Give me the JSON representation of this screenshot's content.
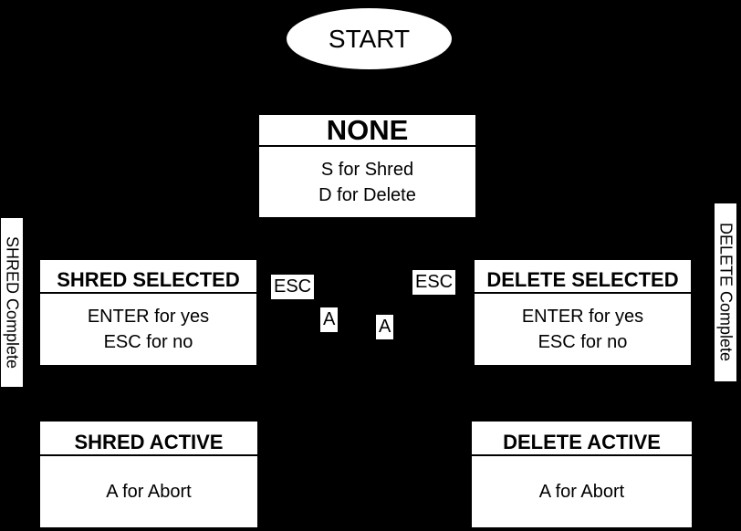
{
  "colors": {
    "background": "#000000",
    "node_fill": "#ffffff",
    "node_text": "#000000",
    "separator": "#000000"
  },
  "start": {
    "label": "START"
  },
  "states": {
    "none": {
      "title": "NONE",
      "line1": "S for Shred",
      "line2": "D for Delete"
    },
    "shred_selected": {
      "title": "SHRED SELECTED",
      "line1": "ENTER for yes",
      "line2": "ESC for no"
    },
    "delete_selected": {
      "title": "DELETE SELECTED",
      "line1": "ENTER for yes",
      "line2": "ESC for no"
    },
    "shred_active": {
      "title": "SHRED ACTIVE",
      "line1": "A for Abort"
    },
    "delete_active": {
      "title": "DELETE ACTIVE",
      "line1": "A for Abort"
    }
  },
  "edge_labels": {
    "esc_left": "ESC",
    "a_left": "A",
    "a_right": "A",
    "esc_right": "ESC"
  },
  "side_labels": {
    "left": "SHRED Complete",
    "right": "DELETE Complete"
  }
}
